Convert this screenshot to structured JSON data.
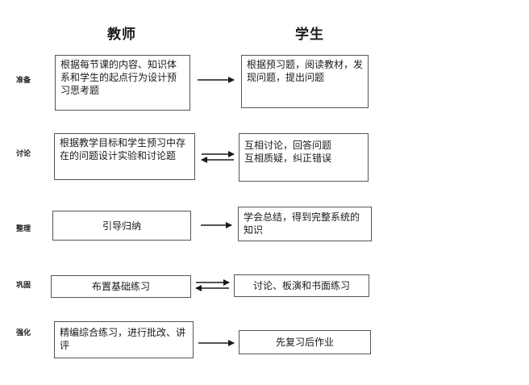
{
  "headers": {
    "teacher": "教师",
    "student": "学生"
  },
  "rows": [
    {
      "stage": "准备",
      "teacher": "根据每节课的内容、知识体系和学生的起点行为设计预习思考题",
      "student": "根据预习题，阅读教材，发现问题，提出问题",
      "arrow": "right"
    },
    {
      "stage": "讨论",
      "teacher": "根据教学目标和学生预习中存在的问题设计实验和讨论题",
      "student": "互相讨论，回答问题\n互相质疑，纠正错误",
      "arrow": "both"
    },
    {
      "stage": "整理",
      "teacher": "引导归纳",
      "student": "学会总结，得到完整系统的知识",
      "arrow": "right"
    },
    {
      "stage": "巩固",
      "teacher": "布置基础练习",
      "student": "讨论、板演和书面练习",
      "arrow": "both"
    },
    {
      "stage": "强化",
      "teacher": "精编综合练习，进行批改、讲评",
      "student": "先复习后作业",
      "arrow": "right"
    }
  ]
}
